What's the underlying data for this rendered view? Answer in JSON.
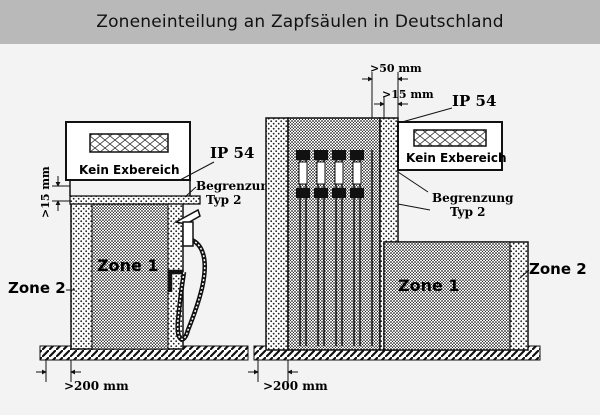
{
  "title": "Zoneneinteilung an Zapfsäulen in Deutschland",
  "left": {
    "no_ex": "Kein Exbereich",
    "ip": "IP 54",
    "limit_1": "Begrenzung",
    "limit_2": "Typ 2",
    "zone1": "Zone 1",
    "zone2": "Zone 2",
    "gap_vertical": ">15 mm",
    "gap_bottom": ">200 mm"
  },
  "right": {
    "gap_50": ">50 mm",
    "gap_15": ">15 mm",
    "ip": "IP 54",
    "no_ex": "Kein Exbereich",
    "limit_1": "Begrenzung",
    "limit_2": "Typ 2",
    "zone1": "Zone 1",
    "zone2": "Zone 2",
    "gap_bottom": ">200 mm"
  }
}
